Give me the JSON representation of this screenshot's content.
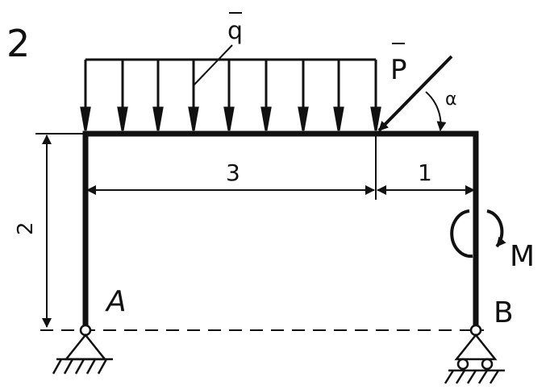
{
  "problem_number": "2",
  "loads": {
    "distributed_label": "q",
    "force_label": "P",
    "angle_label": "α",
    "moment_label": "M"
  },
  "supports": {
    "left_label": "A",
    "right_label": "B"
  },
  "dimensions": {
    "span_left": "3",
    "span_right": "1",
    "height": "2"
  },
  "colors": {
    "ink": "#111111",
    "paper": "#ffffff"
  }
}
